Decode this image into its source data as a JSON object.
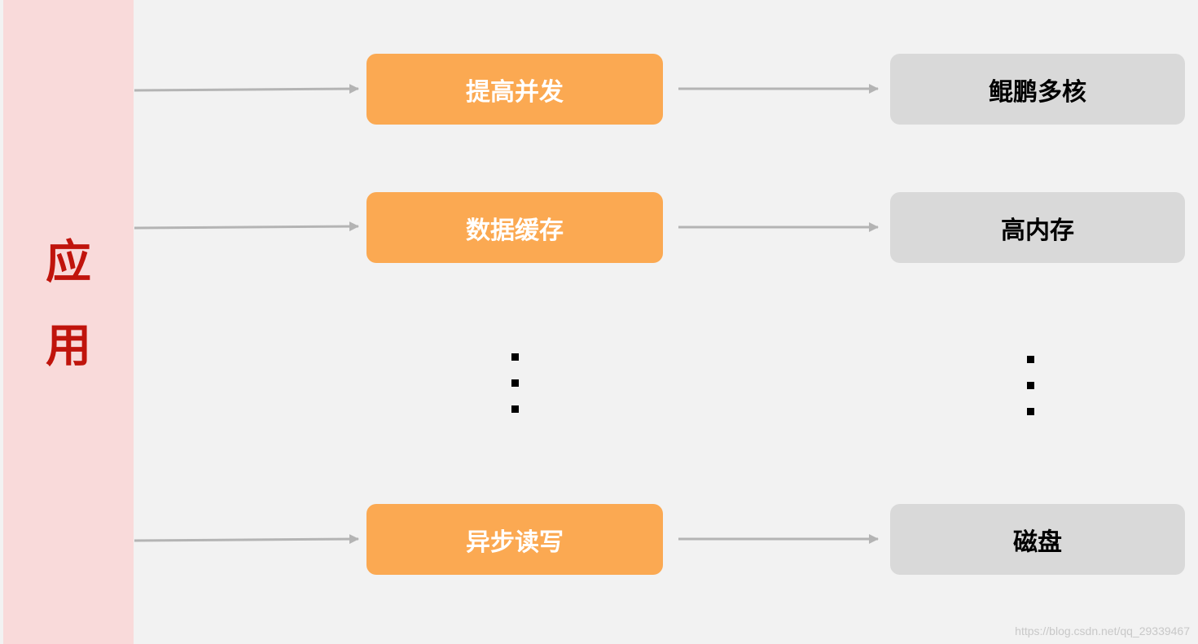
{
  "app": {
    "label_char_1": "应",
    "label_char_2": "用"
  },
  "rows": [
    {
      "mid": "提高并发",
      "right": "鲲鹏多核"
    },
    {
      "mid": "数据缓存",
      "right": "高内存"
    },
    {
      "mid": "异步读写",
      "right": "磁盘"
    }
  ],
  "colors": {
    "app_panel": "#f9dada",
    "app_text": "#c0140c",
    "mid_box": "#fba952",
    "right_box": "#d9d9d9",
    "arrow": "#b4b4b4",
    "background": "#f2f2f2"
  },
  "watermark": "https://blog.csdn.net/qq_29339467"
}
